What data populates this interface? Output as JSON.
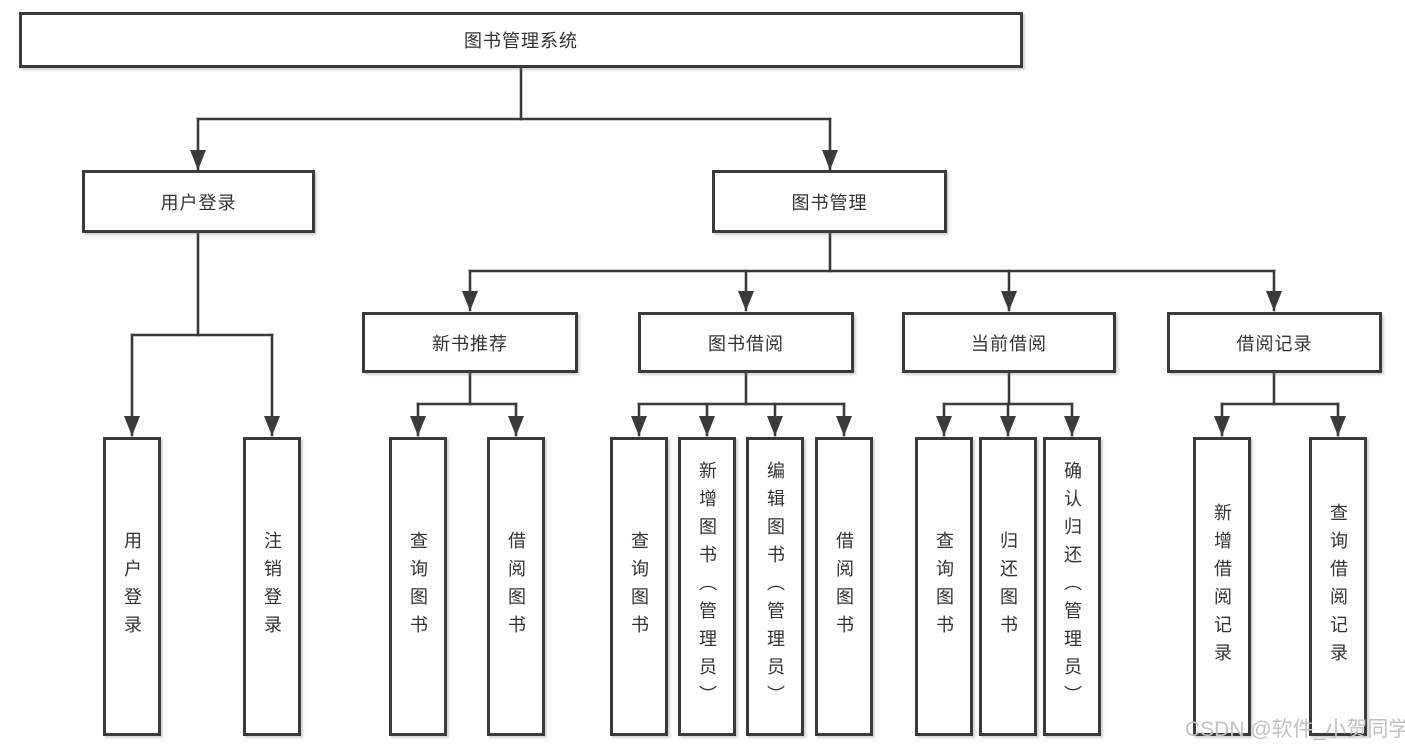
{
  "diagram": {
    "root": {
      "label": "图书管理系统"
    },
    "branches": [
      {
        "label": "用户登录",
        "children": [
          {
            "label": "用户登录"
          },
          {
            "label": "注销登录"
          }
        ]
      },
      {
        "label": "图书管理",
        "children": [
          {
            "label": "新书推荐",
            "children": [
              {
                "label": "查询图书"
              },
              {
                "label": "借阅图书"
              }
            ]
          },
          {
            "label": "图书借阅",
            "children": [
              {
                "label": "查询图书"
              },
              {
                "label": "新增图书（管理员）"
              },
              {
                "label": "编辑图书（管理员）"
              },
              {
                "label": "借阅图书"
              }
            ]
          },
          {
            "label": "当前借阅",
            "children": [
              {
                "label": "查询图书"
              },
              {
                "label": "归还图书"
              },
              {
                "label": "确认归还（管理员）"
              }
            ]
          },
          {
            "label": "借阅记录",
            "children": [
              {
                "label": "新增借阅记录"
              },
              {
                "label": "查询借阅记录"
              }
            ]
          }
        ]
      }
    ]
  },
  "watermark": {
    "text": "CSDN @软件_小贺同学"
  },
  "colors": {
    "line": "#3a3a3a",
    "border": "#3a3a3a",
    "text": "#333333",
    "box_bg": "#ffffff",
    "page_bg": "#ffffff",
    "watermark": "#c2c2c2"
  }
}
